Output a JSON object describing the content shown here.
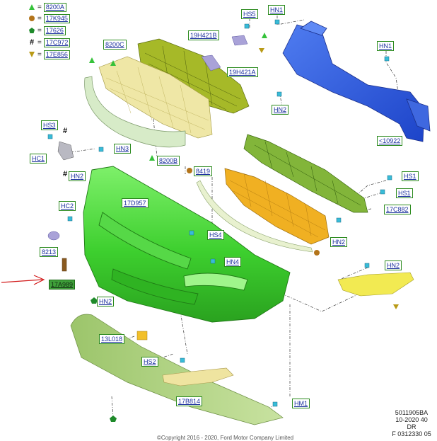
{
  "legend": [
    {
      "symbol": "triangle",
      "code": "8200A",
      "color": "#35c23a"
    },
    {
      "symbol": "circle",
      "code": "17K945",
      "color": "#b3741a"
    },
    {
      "symbol": "pentagon",
      "code": "17626",
      "color": "#1e8a2a"
    },
    {
      "symbol": "hash",
      "code": "17C972",
      "color": "#111111"
    },
    {
      "symbol": "inverted-triangle",
      "code": "17E856",
      "color": "#b99a16"
    }
  ],
  "labels": {
    "hs5": "HS5",
    "hn1_top": "HN1",
    "hn1_right": "HN1",
    "l8200c": "8200C",
    "l19h421b": "19H421B",
    "l19h421a": "19H421A",
    "hn2_a": "HN2",
    "hs3": "HS3",
    "hc1": "HC1",
    "hn3": "HN3",
    "l8200b": "8200B",
    "hn2_b": "HN2",
    "l8419": "8419",
    "hs1_a": "HS1",
    "hs1_b": "HS1",
    "l10922": "<10922",
    "l17c882": "17C882",
    "hc2": "HC2",
    "l17d957": "17D957",
    "hs4": "HS4",
    "l8213": "8213",
    "hn2_c": "HN2",
    "hn4": "HN4",
    "l17a989": "17A989",
    "hn2_d": "HN2",
    "hn2_e": "HN2",
    "l13l018": "13L018",
    "hs2": "HS2",
    "l17b814": "17B814",
    "hm1": "HM1"
  },
  "hash_marks": [
    "#",
    "#"
  ],
  "corner": [
    "5011905BA",
    "10-2020 40",
    "DR",
    "F 0312330 05"
  ],
  "copyright": "©Copyright 2016 - 2020, Ford Motor Company Limited"
}
